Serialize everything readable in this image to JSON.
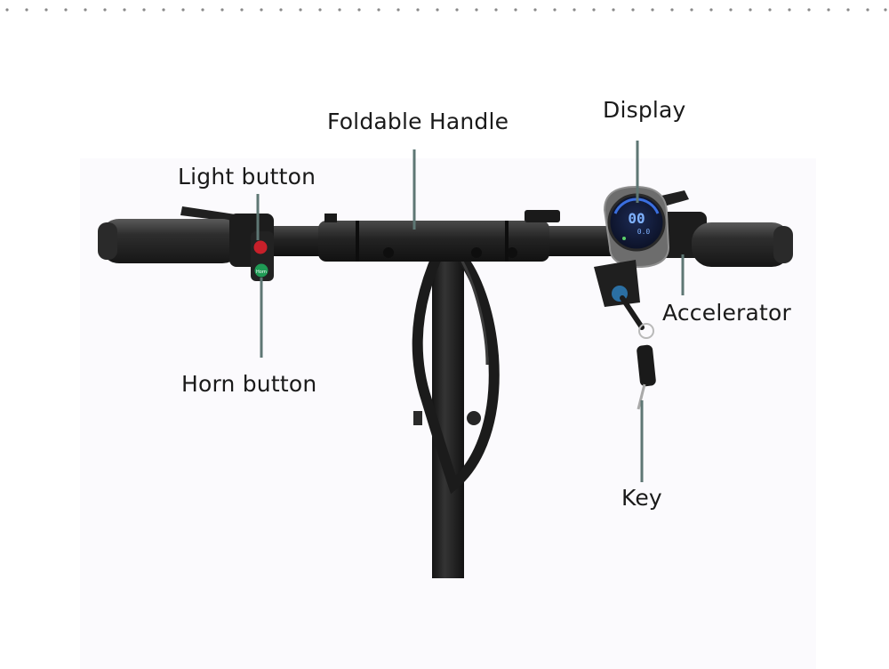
{
  "labels": {
    "foldable_handle": "Foldable Handle",
    "display": "Display",
    "light_button": "Light button",
    "horn_button": "Horn button",
    "accelerator": "Accelerator",
    "key": "Key"
  },
  "display_readout": {
    "speed": "00",
    "sub": "0.0"
  },
  "button_labels": {
    "horn": "Horn"
  },
  "colors": {
    "leader_line": "#5e7774",
    "light_button": "#c8202a",
    "horn_button": "#1f9b55",
    "display_glow": "#3a6fe0",
    "frame": "#1c1c1c"
  }
}
